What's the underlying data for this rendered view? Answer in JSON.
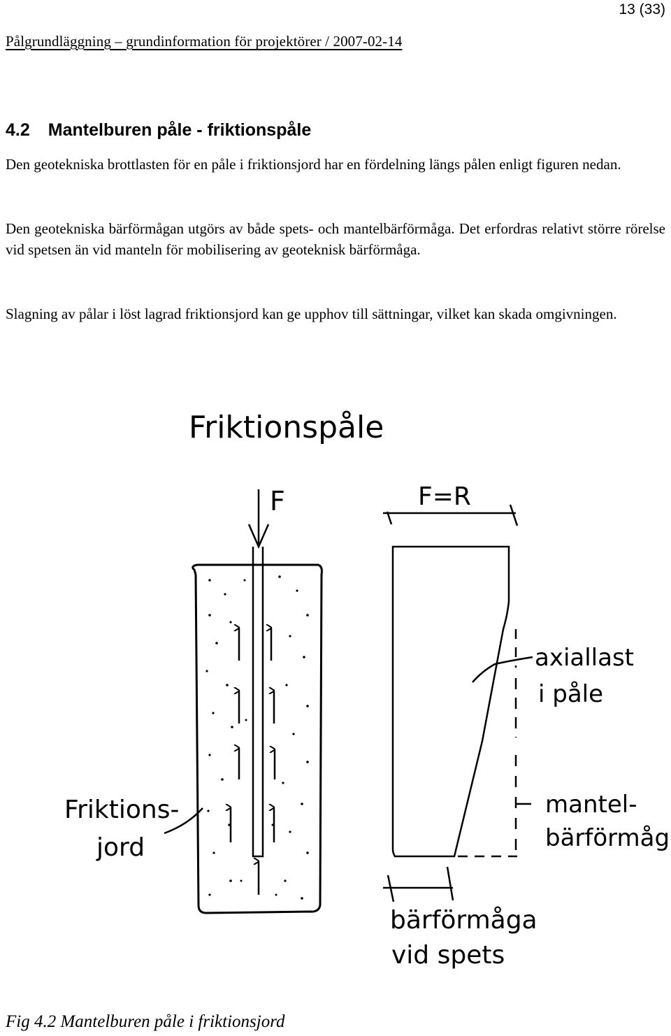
{
  "header": {
    "page_number": "13 (33)",
    "running_title": "Pålgrundläggning – grundinformation för projektörer / 2007-02-14"
  },
  "section": {
    "number": "4.2",
    "title": "Mantelburen påle - friktionspåle"
  },
  "paragraphs": [
    "Den geotekniska brottlasten för en påle i friktionsjord har en fördelning längs pålen enligt figuren nedan.",
    "Den geotekniska bärförmågan utgörs av både spets- och mantelbärförmåga. Det erfordras relativt större rörelse vid spetsen än vid manteln för mobilisering av geoteknisk bärförmåga.",
    "Slagning av pålar i löst lagrad friktionsjord kan ge upphov till sättningar, vilket kan skada omgivningen."
  ],
  "figure": {
    "title": "Friktionspåle",
    "load_label": "F",
    "top_dimension_label": "F=R",
    "axial_load_label_1": "axiallast",
    "axial_load_label_2": "i påle",
    "shaft_capacity_label_1": "mantel-",
    "shaft_capacity_label_2": "bärförmåga",
    "soil_label_1": "Friktions-",
    "soil_label_2": "jord",
    "tip_capacity_label_1": "bärförmåga",
    "tip_capacity_label_2": "vid spets",
    "caption": "Fig 4.2 Mantelburen påle i friktionsjord"
  }
}
